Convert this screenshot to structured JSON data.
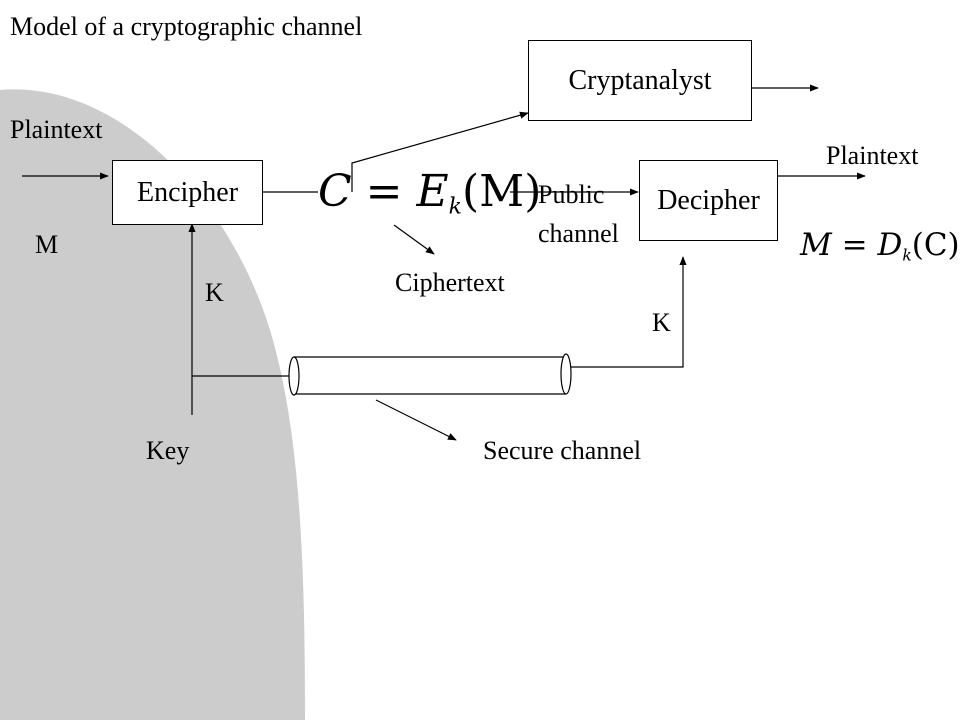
{
  "title": "Model of a cryptographic channel",
  "labels": {
    "plaintext_in": "Plaintext",
    "plaintext_out": "Plaintext",
    "m": "M",
    "k_left": "K",
    "k_right": "K",
    "key": "Key",
    "public_channel_1": "Public",
    "public_channel_2": "channel",
    "ciphertext": "Ciphertext",
    "secure_channel": "Secure channel"
  },
  "boxes": {
    "encipher": "Encipher",
    "decipher": "Decipher",
    "cryptanalyst": "Cryptanalyst"
  },
  "formulas": {
    "encrypt": {
      "lhs": "C",
      "eq": "=",
      "fn": "E",
      "sub": "k",
      "arg": "(M)"
    },
    "decrypt": {
      "lhs": "M",
      "eq": "=",
      "fn": "D",
      "sub": "k",
      "arg": "(C)"
    }
  },
  "colors": {
    "background_shape": "#cccccc",
    "line": "#000000"
  }
}
